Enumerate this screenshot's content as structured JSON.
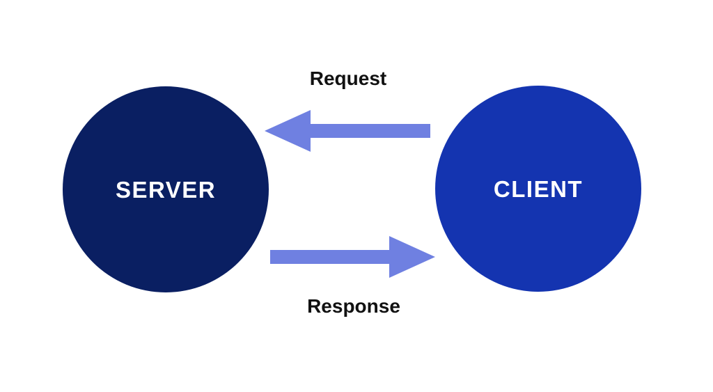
{
  "diagram": {
    "type": "client-server-flow",
    "nodes": [
      {
        "id": "server",
        "label": "SERVER",
        "shape": "circle"
      },
      {
        "id": "client",
        "label": "CLIENT",
        "shape": "circle"
      }
    ],
    "edges": [
      {
        "id": "request",
        "label": "Request",
        "from": "client",
        "to": "server",
        "direction": "left",
        "label_position": "above-arrow"
      },
      {
        "id": "response",
        "label": "Response",
        "from": "server",
        "to": "client",
        "direction": "right",
        "label_position": "below-arrow"
      }
    ]
  },
  "colors": {
    "background": "#ffffff",
    "server_circle": "#0a1f62",
    "client_circle": "#1434b0",
    "node_text": "#ffffff",
    "arrow": "#6f80e1",
    "edge_label_text": "#111111"
  }
}
